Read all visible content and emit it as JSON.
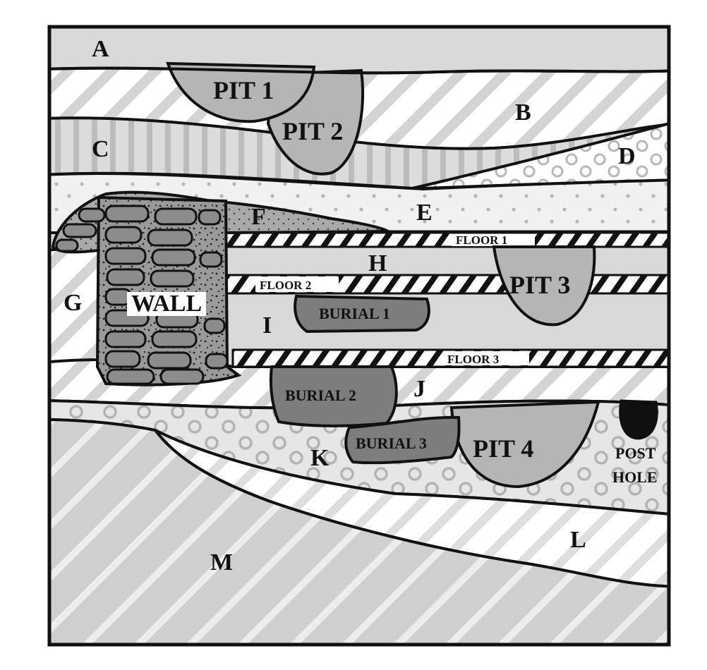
{
  "diagram": {
    "layers": {
      "A": "A",
      "B": "B",
      "C": "C",
      "D": "D",
      "E": "E",
      "F": "F",
      "G": "G",
      "H": "H",
      "I": "I",
      "J": "J",
      "K": "K",
      "L": "L",
      "M": "M"
    },
    "features": {
      "pit1": "PIT 1",
      "pit2": "PIT 2",
      "pit3": "PIT 3",
      "pit4": "PIT 4",
      "wall": "WALL",
      "floor1": "FLOOR 1",
      "floor2": "FLOOR 2",
      "floor3": "FLOOR 3",
      "burial1": "BURIAL 1",
      "burial2": "BURIAL 2",
      "burial3": "BURIAL 3",
      "post_line1": "POST",
      "post_line2": "HOLE"
    },
    "colors": {
      "light_gray": "#d6d6d6",
      "mid_gray": "#b4b4b4",
      "dark_gray": "#7d7d7d",
      "outline": "#111111",
      "white": "#ffffff"
    }
  }
}
